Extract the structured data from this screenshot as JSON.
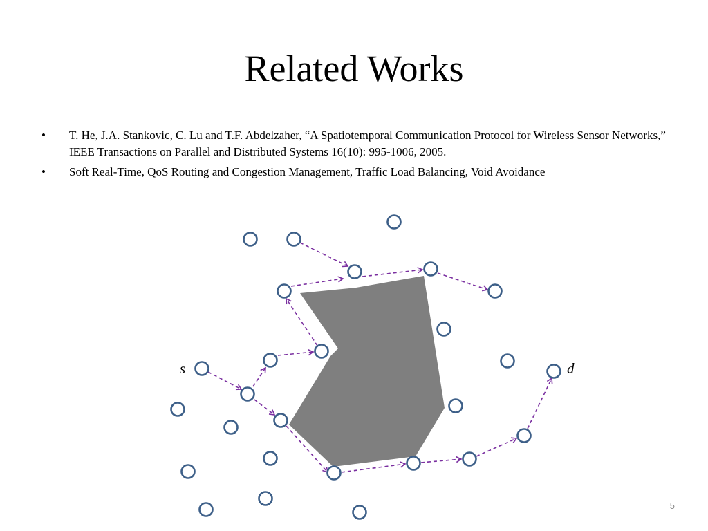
{
  "slide": {
    "title": "Related Works",
    "bullets": [
      {
        "mark": "•",
        "text": "T. He, J.A. Stankovic, C. Lu and T.F. Abdelzaher, “A Spatiotemporal Communication Protocol for Wireless Sensor Networks,” IEEE Transactions on Parallel and Distributed Systems 16(10): 995-1006, 2005."
      },
      {
        "mark": "•",
        "text": "Soft Real-Time, QoS Routing and Congestion Management, Traffic Load Balancing, Void Avoidance"
      }
    ],
    "page_number": "5"
  },
  "diagram": {
    "source_label": "s",
    "destination_label": "d",
    "colors": {
      "node_stroke": "#3d5f88",
      "path_arrow": "#7a2fa0",
      "void_fill": "#7f7f7f"
    }
  }
}
